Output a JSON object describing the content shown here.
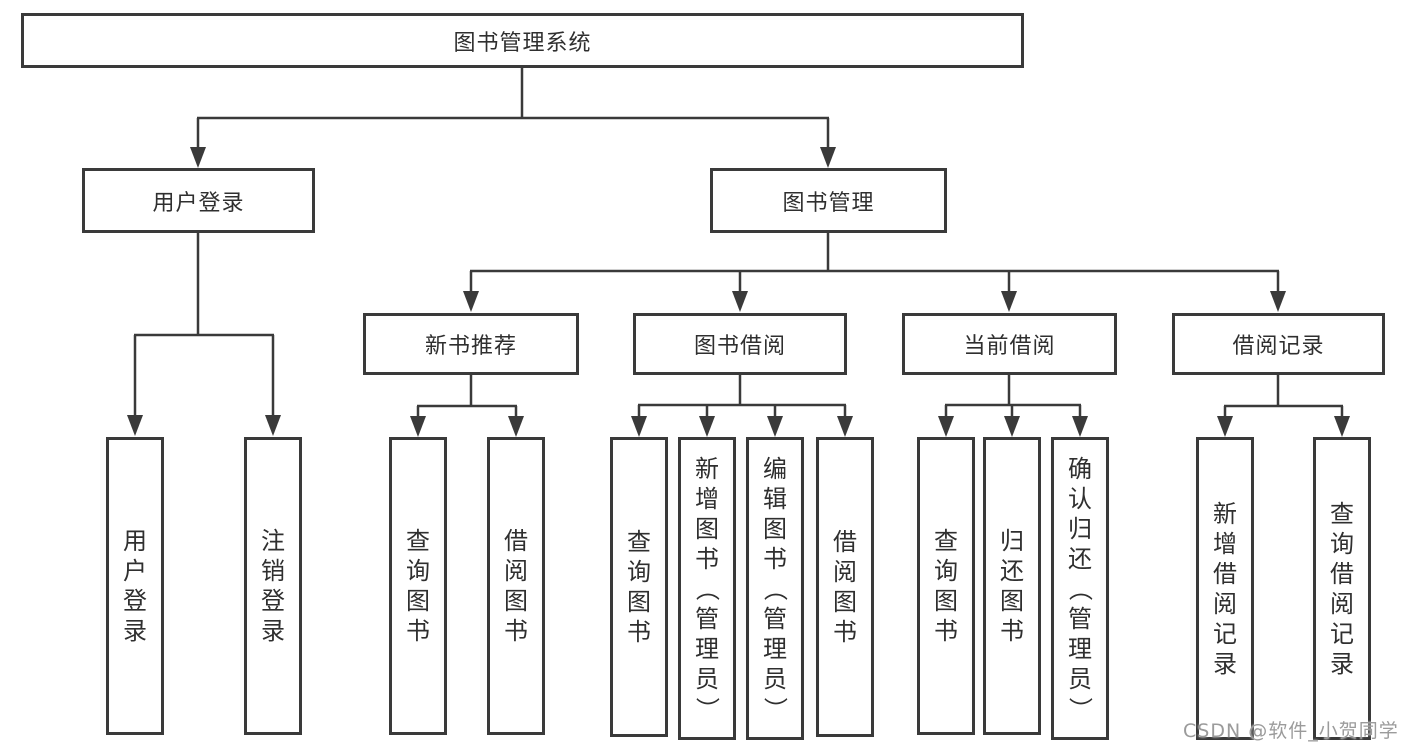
{
  "diagram": {
    "background_color": "#ffffff",
    "line_color": "#3a3a3a",
    "text_color": "#2f2f2f",
    "watermark": {
      "text": "CSDN @软件_小贺同学",
      "color": "#9b9b9b"
    },
    "nodes": {
      "root": "图书管理系统",
      "user_login": "用户登录",
      "book_management": "图书管理",
      "user_login_leaf": "用户登录",
      "logout_leaf": "注销登录",
      "new_book_recommend": "新书推荐",
      "book_borrow": "图书借阅",
      "current_borrow": "当前借阅",
      "borrow_records": "借阅记录",
      "nbr_query_books": "查询图书",
      "nbr_borrow_books": "借阅图书",
      "bb_query_books": "查询图书",
      "bb_add_book_admin": "新增图书（管理员）",
      "bb_edit_book_admin": "编辑图书（管理员）",
      "bb_borrow_books": "借阅图书",
      "cb_query_books": "查询图书",
      "cb_return_books": "归还图书",
      "cb_confirm_return_admin": "确认归还（管理员）",
      "br_add_record": "新增借阅记录",
      "br_query_record": "查询借阅记录"
    }
  }
}
